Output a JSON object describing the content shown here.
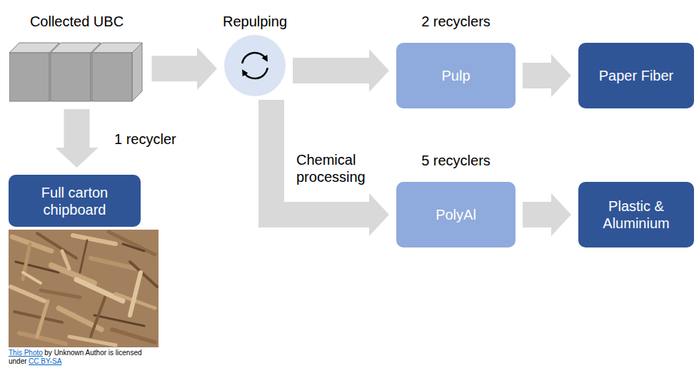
{
  "diagram": {
    "nodes": [
      {
        "text": [
          "Collected UBC"
        ]
      },
      {
        "text": [
          "Repulping"
        ]
      },
      {
        "text": [
          "2 recyclers",
          "Pulp"
        ]
      },
      {
        "text": [
          "Paper Fiber"
        ]
      },
      {
        "text": [
          "Full carton chipboard"
        ]
      },
      {
        "text": [
          "5 recyclers",
          "PolyAl"
        ]
      },
      {
        "text": [
          "Plastic & Aluminium"
        ]
      }
    ],
    "edges": [
      {
        "from": 0,
        "to": 1,
        "arrow": "to"
      },
      {
        "from": 1,
        "to": 2,
        "arrow": "to"
      },
      {
        "from": 2,
        "to": 3,
        "arrow": "to"
      },
      {
        "from": 0,
        "to": 4,
        "label": "1 recycler",
        "arrow": "to"
      },
      {
        "from": 1,
        "to": 5,
        "label": "Chemical processing",
        "arrow": "to"
      },
      {
        "from": 5,
        "to": 6,
        "arrow": "to"
      }
    ],
    "labels": [
      "This Photo",
      "by Unknown Author is licensed under",
      "CC BY-SA"
    ]
  }
}
